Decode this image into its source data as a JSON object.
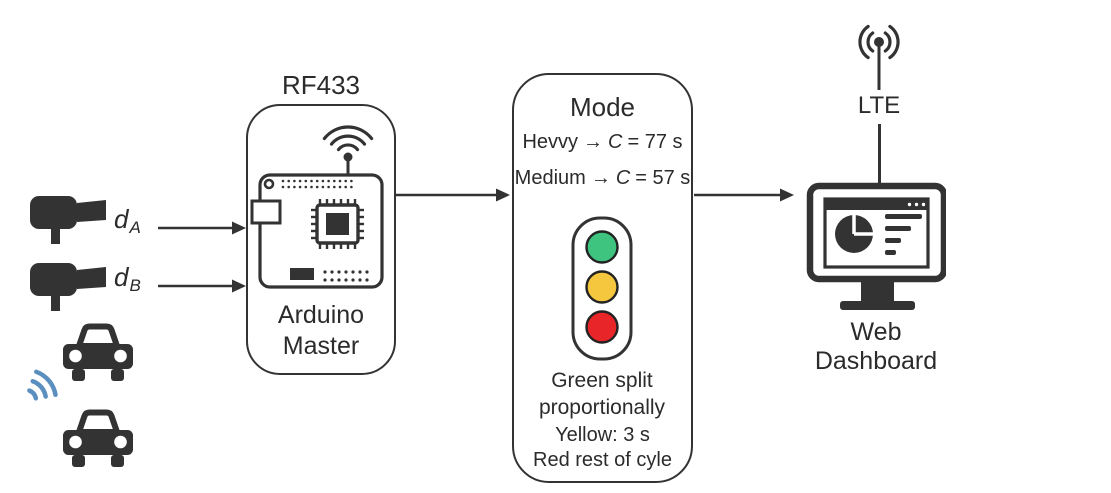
{
  "colors": {
    "ink": "#333333",
    "text": "#2b2b2b",
    "signal_blue": "#5b8fbf",
    "traffic_green": "#3ec47e",
    "traffic_yellow": "#f5c73e",
    "traffic_red": "#e82529"
  },
  "sensors": {
    "a": {
      "var": "d",
      "sub": "A"
    },
    "b": {
      "var": "d",
      "sub": "B"
    }
  },
  "arduino": {
    "radio_label": "RF433",
    "name_line1": "Arduino",
    "name_line2": "Master"
  },
  "mode": {
    "title": "Mode",
    "rule1": {
      "name": "Hevvy",
      "arrow": "→",
      "var": "C",
      "eq": "= 77 s"
    },
    "rule2": {
      "name": "Medium",
      "arrow": "→",
      "var": "C",
      "eq": "= 57 s"
    },
    "note_split": "Green split proportionally",
    "note_yellow": "Yellow: 3 s",
    "note_red": "Red rest of cyle"
  },
  "dashboard": {
    "antenna_label": "LTE",
    "label": "Web Dashboard"
  },
  "icons": {
    "sensor": "speed-sensor-icon",
    "signal_waves": "signal-waves-icon",
    "car": "car-icon",
    "wifi": "wifi-antenna-icon",
    "board": "microcontroller-board-icon",
    "traffic_light": "traffic-light-icon",
    "lte": "lte-antenna-icon",
    "monitor": "dashboard-monitor-icon",
    "arrow": "arrow-right-icon"
  }
}
